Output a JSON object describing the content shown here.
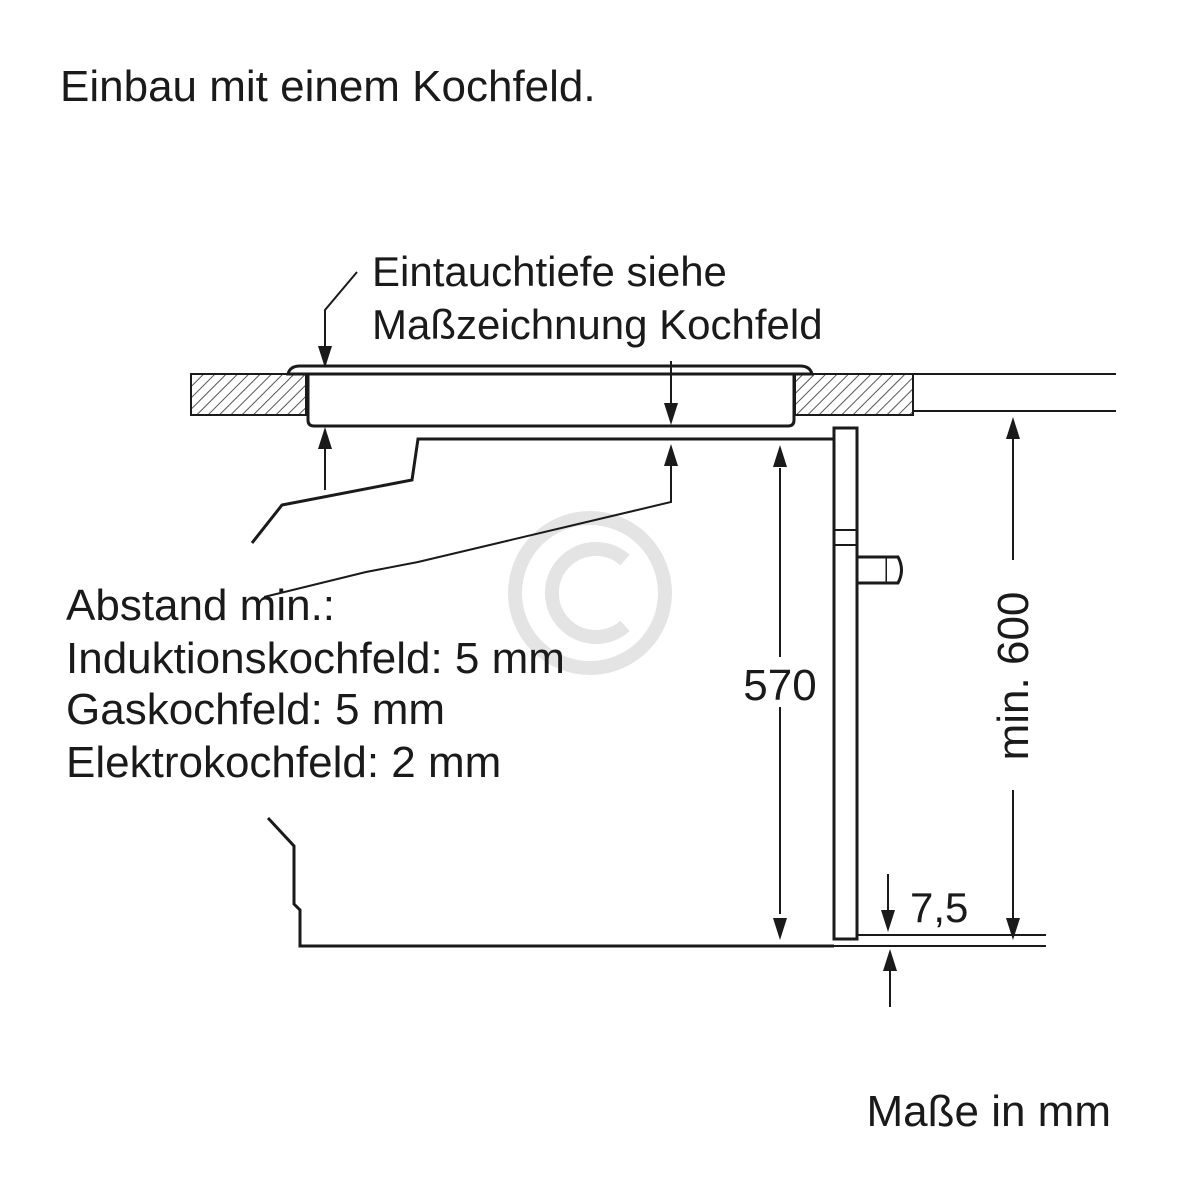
{
  "title": "Einbau mit einem Kochfeld.",
  "callout": {
    "line1": "Eintauchtiefe siehe",
    "line2": "Maßzeichnung Kochfeld"
  },
  "distance_note": {
    "heading": "Abstand min.:",
    "induction": "Induktionskochfeld: 5 mm",
    "gas": "Gaskochfeld: 5 mm",
    "electric": "Elektrokochfeld: 2 mm"
  },
  "dimensions": {
    "oven_height": "570",
    "niche_height": "min. 600",
    "offset": "7,5"
  },
  "units_note": "Maße in mm",
  "watermark_icon": "copyright-icon",
  "colors": {
    "line": "#1a1a1a",
    "hatch": "#555555",
    "watermark": "#cccccc"
  }
}
